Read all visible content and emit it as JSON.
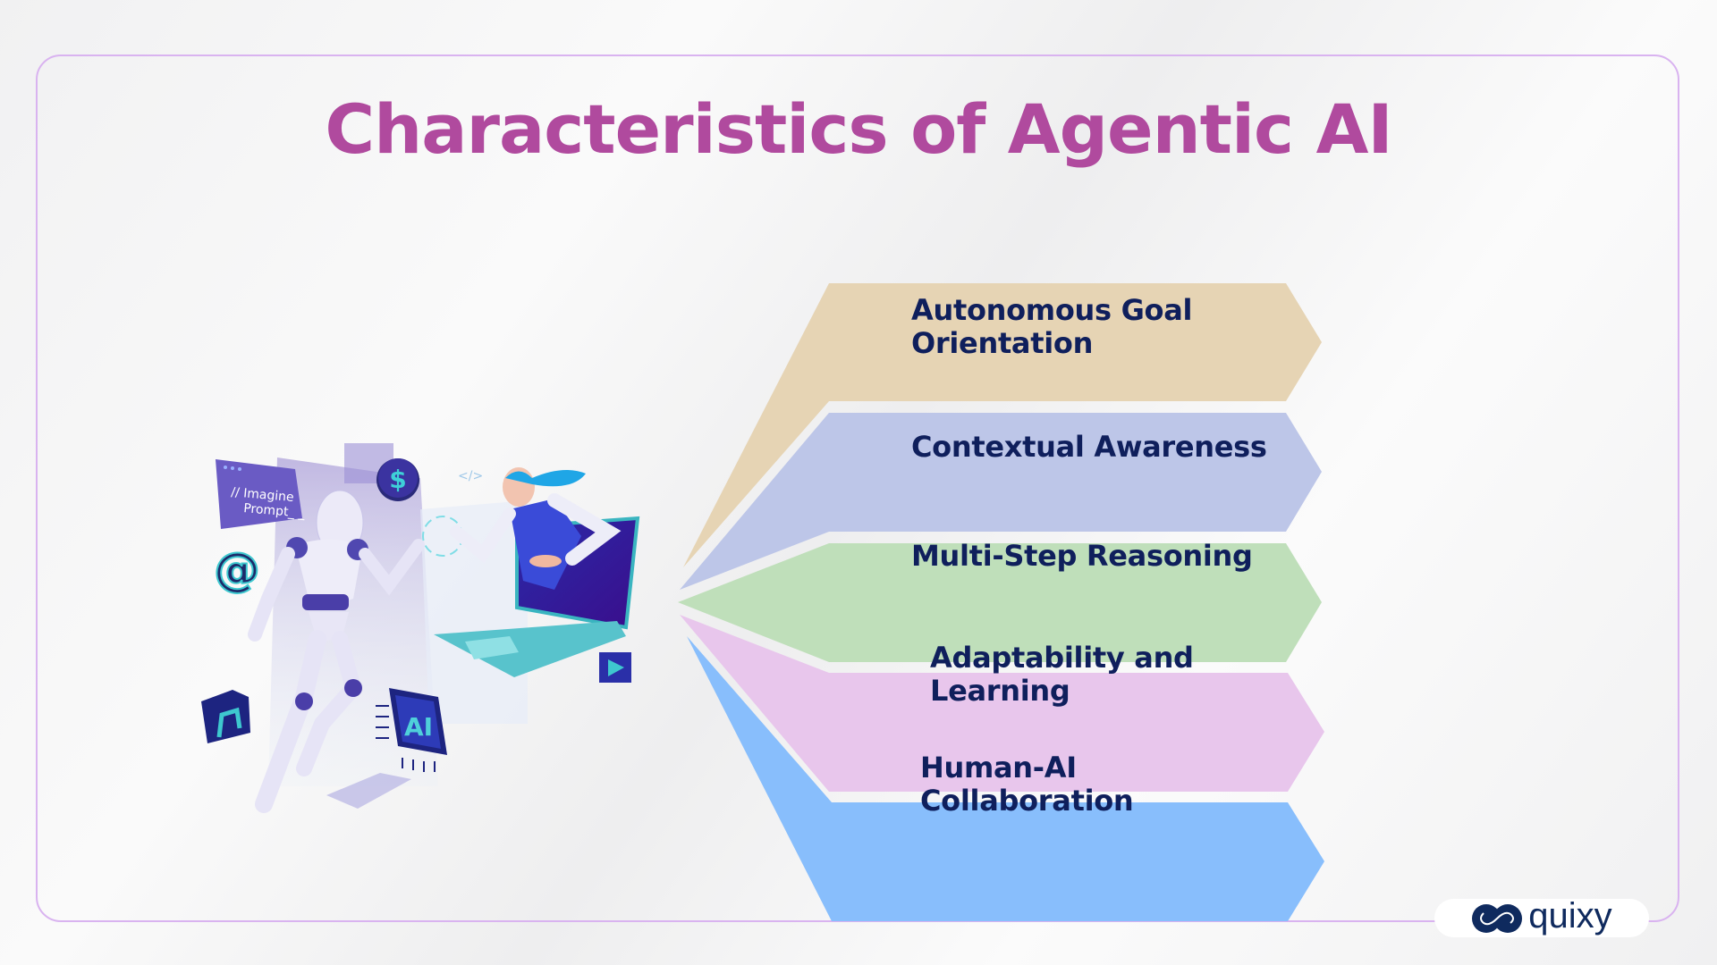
{
  "title": "Characteristics of Agentic AI",
  "characteristics": [
    {
      "line1": "Autonomous Goal",
      "line2": "Orientation",
      "color": "#e6d4b4"
    },
    {
      "line1": "Contextual Awareness",
      "line2": "",
      "color": "#bdc6e8"
    },
    {
      "line1": "Multi-Step Reasoning",
      "line2": "",
      "color": "#bfdfba"
    },
    {
      "line1": "Adaptability and",
      "line2": "Learning",
      "color": "#e8c6ec"
    },
    {
      "line1": "Human-AI",
      "line2": "Collaboration",
      "color": "#88befc"
    }
  ],
  "illustration": {
    "prompt_line1": "// Imagine",
    "prompt_line2": "Prompt_ _",
    "chip_label": "AI",
    "coin_symbol": "$",
    "at_symbol": "@",
    "code_tag": "</>"
  },
  "brand": {
    "name": "quixy",
    "color": "#0f2a5e"
  },
  "colors": {
    "title": "#b04a9e",
    "text": "#0f1f5c",
    "border": "#d9b3f0"
  }
}
